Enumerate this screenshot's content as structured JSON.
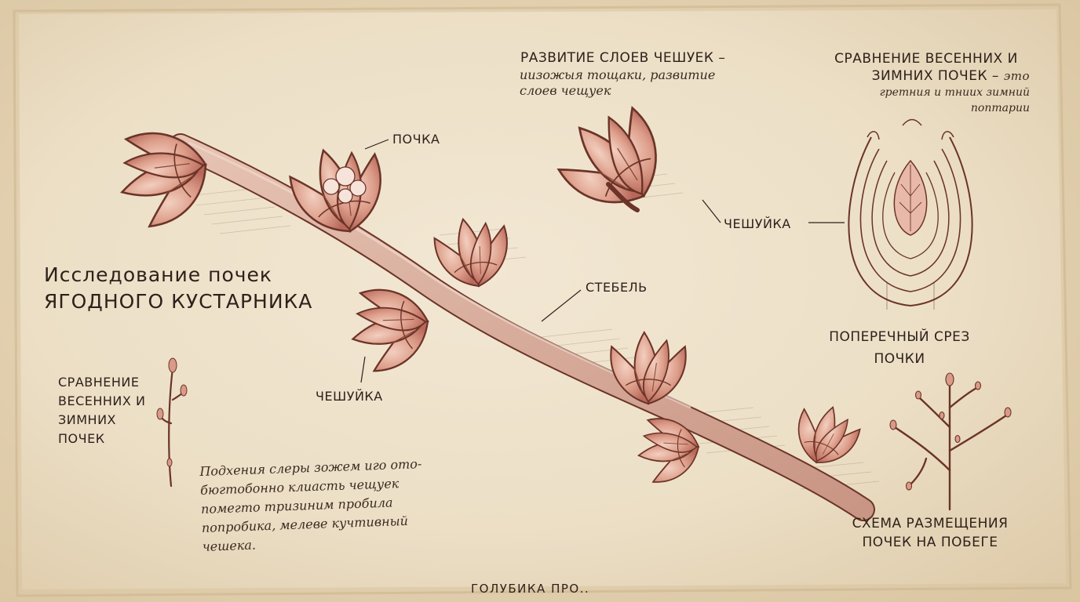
{
  "page": {
    "title_line1": "Исследование почек",
    "title_line2": "ягодного кустарника",
    "footer": "ГОЛУБИКА ПРО.."
  },
  "labels": {
    "bud": "ПОЧКА",
    "stem": "СТЕБЕЛЬ",
    "scale_main": "ЧЕШУЙКА",
    "scale_detail": "ЧЕШУЙКА",
    "cross_section_line1": "ПОПЕРЕЧНЫЙ СРЕЗ",
    "cross_section_line2": "ПОЧКИ",
    "placement_line1": "СХЕМА РАЗМЕЩЕНИЯ",
    "placement_line2": "ПОЧЕК НА ПОБЕГЕ",
    "compare_left_line1": "СРАВНЕНИЕ",
    "compare_left_line2": "ВЕСЕННИХ И",
    "compare_left_line3": "ЗИМНИХ",
    "compare_left_line4": "ПОЧЕК"
  },
  "notes": {
    "scale_layers": {
      "heading": "РАЗВИТИЕ СЛОЕВ ЧЕШУЕК –",
      "line1": "иизожыя тощаки, развитие",
      "line2": "слоев чещуек"
    },
    "compare_top_right": {
      "heading1": "СРАВНЕНИЕ ВЕСЕННИХ И",
      "heading2": "ЗИМНИХ ПОЧЕК –",
      "inline": "это",
      "line1": "гретния и тниих зимний",
      "line2": "поптарии"
    },
    "handwritten_block": {
      "line1": "Подхения слеры зожем иго ото-",
      "line2": "бюгтобонно клиасть чещуек",
      "line3": "помегто тризиним пробила",
      "line4": "попробика, мелеве кучтивный",
      "line5": "чешека."
    }
  },
  "colors": {
    "paper": "#ede1c9",
    "ink": "#5a2e22",
    "bud_fill": "#e2aa98",
    "bud_shade": "#c07462",
    "text": "#2e211b"
  }
}
